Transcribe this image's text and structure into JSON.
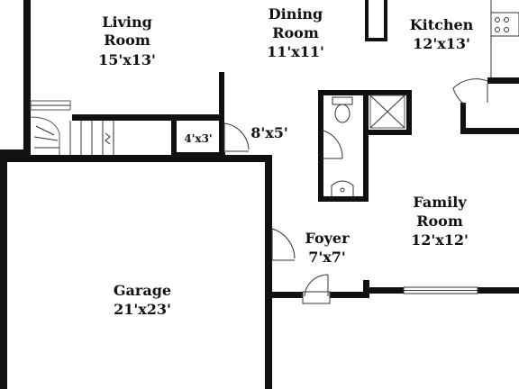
{
  "floor_plan": {
    "rooms": [
      {
        "id": "living-room",
        "name": [
          "Living",
          "Room"
        ],
        "size": "15'x13'"
      },
      {
        "id": "dining-room",
        "name": [
          "Dining",
          "Room"
        ],
        "size": "11'x11'"
      },
      {
        "id": "kitchen",
        "name": [
          "Kitchen"
        ],
        "size": "12'x13'"
      },
      {
        "id": "closet",
        "name": [],
        "size": "4'x3'"
      },
      {
        "id": "hall",
        "name": [],
        "size": "8'x5'"
      },
      {
        "id": "family-room",
        "name": [
          "Family",
          "Room"
        ],
        "size": "12'x12'"
      },
      {
        "id": "foyer",
        "name": [
          "Foyer"
        ],
        "size": "7'x7'"
      },
      {
        "id": "garage",
        "name": [
          "Garage"
        ],
        "size": "21'x23'"
      }
    ],
    "colors": {
      "wall": "#111111",
      "line": "#333333",
      "background": "#ffffff"
    }
  }
}
